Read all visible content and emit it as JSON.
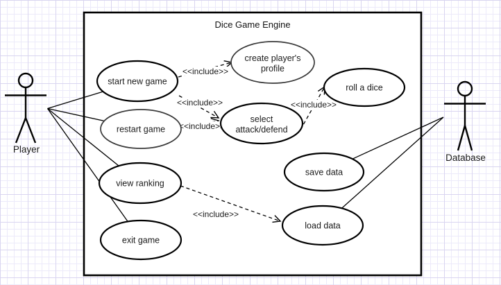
{
  "system": {
    "title": "Dice Game Engine"
  },
  "actors": {
    "player": {
      "label": "Player"
    },
    "database": {
      "label": "Database"
    }
  },
  "use_cases": {
    "start_new_game": {
      "lines": [
        "start new game"
      ]
    },
    "restart_game": {
      "lines": [
        "restart game"
      ]
    },
    "view_ranking": {
      "lines": [
        "view ranking"
      ]
    },
    "exit_game": {
      "lines": [
        "exit game"
      ]
    },
    "create_profile": {
      "lines": [
        "create player's",
        "profile"
      ]
    },
    "select_attack_defend": {
      "lines": [
        "select",
        "attack/defend"
      ]
    },
    "roll_a_dice": {
      "lines": [
        "roll a dice"
      ]
    },
    "save_data": {
      "lines": [
        "save data"
      ]
    },
    "load_data": {
      "lines": [
        "load data"
      ]
    }
  },
  "includes": [
    {
      "from": "start new game",
      "to": "create player's profile",
      "label": "<<include>>"
    },
    {
      "from": "start new game",
      "to": "select attack/defend",
      "label": "<<include>>"
    },
    {
      "from": "restart game",
      "to": "select attack/defend",
      "label": "<<include>>"
    },
    {
      "from": "select attack/defend",
      "to": "roll a dice",
      "label": "<<include>>"
    },
    {
      "from": "view ranking",
      "to": "load data",
      "label": "<<include>>"
    }
  ],
  "associations": [
    {
      "from": "Player",
      "to": "start new game"
    },
    {
      "from": "Player",
      "to": "restart game"
    },
    {
      "from": "Player",
      "to": "view ranking"
    },
    {
      "from": "Player",
      "to": "exit game"
    },
    {
      "from": "Database",
      "to": "save data"
    },
    {
      "from": "Database",
      "to": "load data"
    }
  ],
  "colors": {
    "stroke": "#000000",
    "secondary_stroke": "#383838",
    "background": "#ffffff",
    "grid_minor": "#eceafa",
    "grid_major": "#d9d5f0",
    "text": "#1a1a1a"
  }
}
